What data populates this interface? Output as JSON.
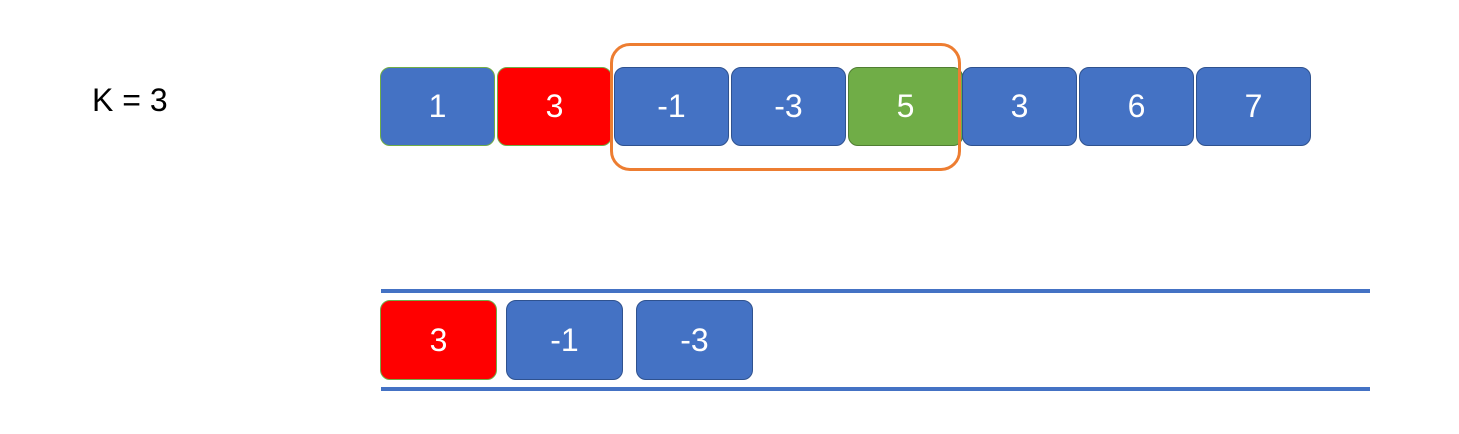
{
  "k_label": "K = 3",
  "array": {
    "cells": [
      {
        "value": "1",
        "state": "normal"
      },
      {
        "value": "3",
        "state": "max"
      },
      {
        "value": "-1",
        "state": "normal"
      },
      {
        "value": "-3",
        "state": "normal"
      },
      {
        "value": "5",
        "state": "current"
      },
      {
        "value": "3",
        "state": "normal"
      },
      {
        "value": "6",
        "state": "normal"
      },
      {
        "value": "7",
        "state": "normal"
      }
    ],
    "window": {
      "start_index": 2,
      "end_index": 4
    }
  },
  "deque": {
    "cells": [
      {
        "value": "3",
        "state": "max"
      },
      {
        "value": "-1",
        "state": "normal"
      },
      {
        "value": "-3",
        "state": "normal"
      }
    ]
  },
  "colors": {
    "normal": "#4472c4",
    "max": "#ff0000",
    "current": "#70ad47",
    "window_border": "#ed7d31",
    "rule": "#4472c4"
  }
}
